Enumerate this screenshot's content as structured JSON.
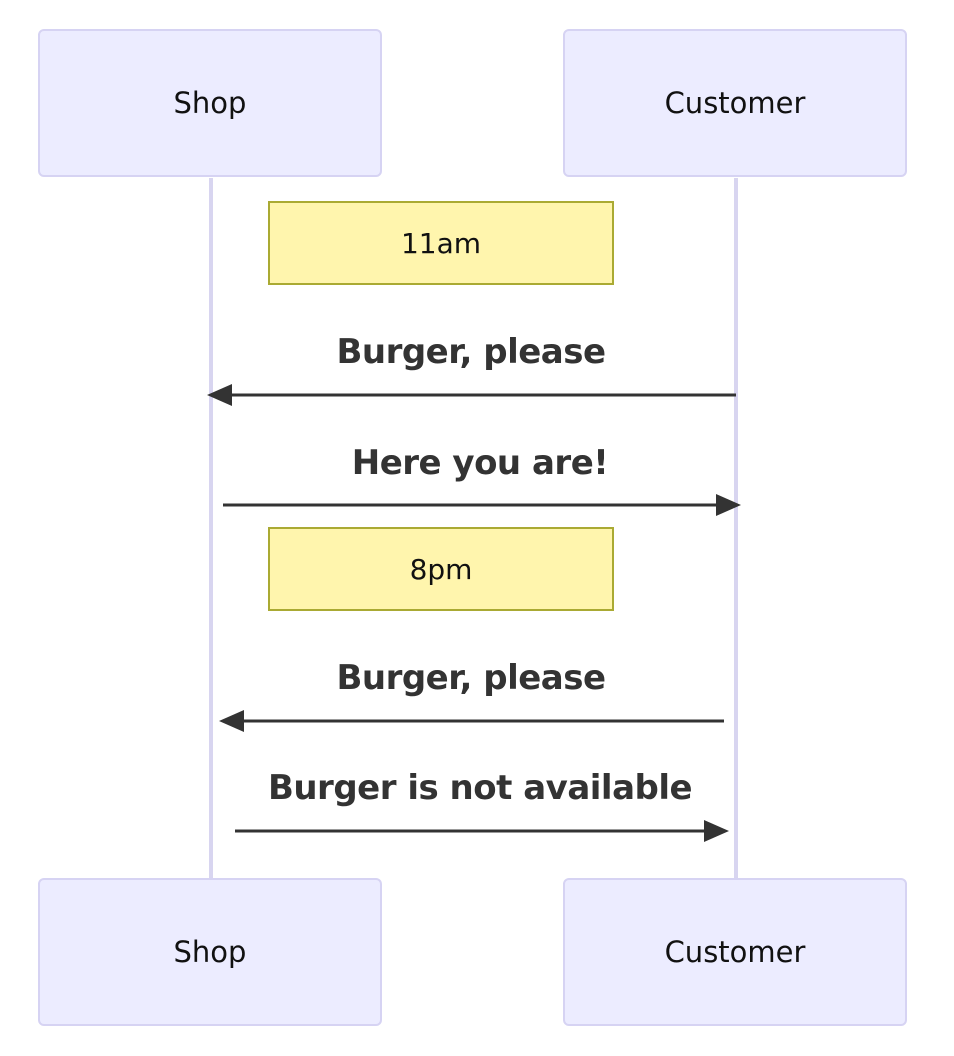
{
  "participants": {
    "shop": "Shop",
    "customer": "Customer"
  },
  "notes": [
    "11am",
    "8pm"
  ],
  "messages": [
    {
      "from": "Customer",
      "to": "Shop",
      "text": "Burger, please"
    },
    {
      "from": "Shop",
      "to": "Customer",
      "text": "Here you are!"
    },
    {
      "from": "Customer",
      "to": "Shop",
      "text": "Burger, please"
    },
    {
      "from": "Shop",
      "to": "Customer",
      "text": "Burger is not available"
    }
  ]
}
